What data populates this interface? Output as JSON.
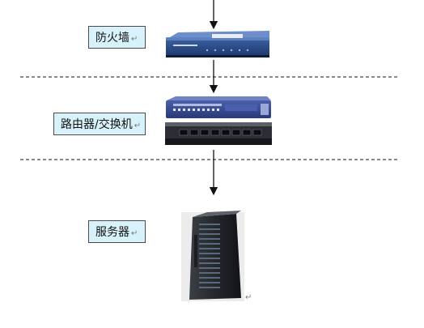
{
  "labels": {
    "firewall": "防火墙",
    "router_switch": "路由器/交换机",
    "server": "服务器",
    "return_mark": "↵"
  },
  "colors": {
    "label_fill": "#d7f2fa",
    "label_border": "#4a4a4a",
    "line": "#111111",
    "device_blue": "#2c4e8a"
  }
}
